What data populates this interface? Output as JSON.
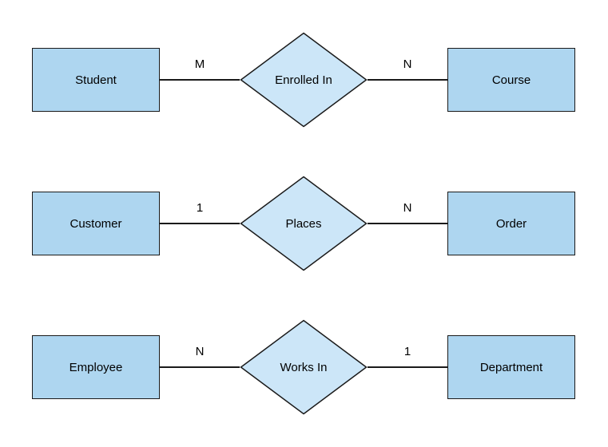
{
  "diagram": {
    "type": "entity-relationship",
    "rows": [
      {
        "left_entity": "Student",
        "left_cardinality": "M",
        "relationship": "Enrolled In",
        "right_cardinality": "N",
        "right_entity": "Course"
      },
      {
        "left_entity": "Customer",
        "left_cardinality": "1",
        "relationship": "Places",
        "right_cardinality": "N",
        "right_entity": "Order"
      },
      {
        "left_entity": "Employee",
        "left_cardinality": "N",
        "relationship": "Works In",
        "right_cardinality": "1",
        "right_entity": "Department"
      }
    ],
    "colors": {
      "entity_fill": "#AED6F0",
      "relationship_fill": "#CCE6F8",
      "border": "#1A1A1A",
      "text": "#000000",
      "background": "#FFFFFF"
    }
  }
}
